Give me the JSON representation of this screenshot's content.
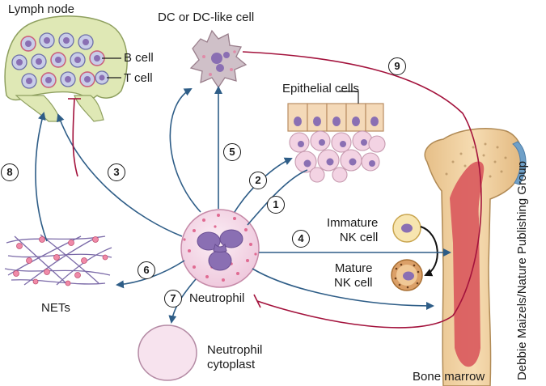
{
  "labels": {
    "lymph_node": "Lymph node",
    "b_cell": "B cell",
    "t_cell": "T cell",
    "dc": "DC or DC-like cell",
    "epithelial": "Epithelial cells",
    "immature_nk": "Immature\nNK cell",
    "mature_nk": "Mature\nNK cell",
    "neutrophil": "Neutrophil",
    "nets": "NETs",
    "cytoplast": "Neutrophil\ncytoplast",
    "bone_marrow": "Bone marrow",
    "credit": "Debbie Maizels/Nature Publishing Group"
  },
  "pathway_numbers": [
    "1",
    "2",
    "3",
    "4",
    "5",
    "6",
    "7",
    "8",
    "9"
  ],
  "colors": {
    "arrow_blue": "#2e5d87",
    "inhibit_red": "#a3123c",
    "neutrophil_pink": "#f3d6e6",
    "nucleus_purple": "#8a6fb3",
    "lymph_green": "#dfe8b5",
    "bone_tan": "#efcf9c",
    "marrow_red": "#d9585c",
    "cartilage_blue": "#6fa0c8"
  }
}
